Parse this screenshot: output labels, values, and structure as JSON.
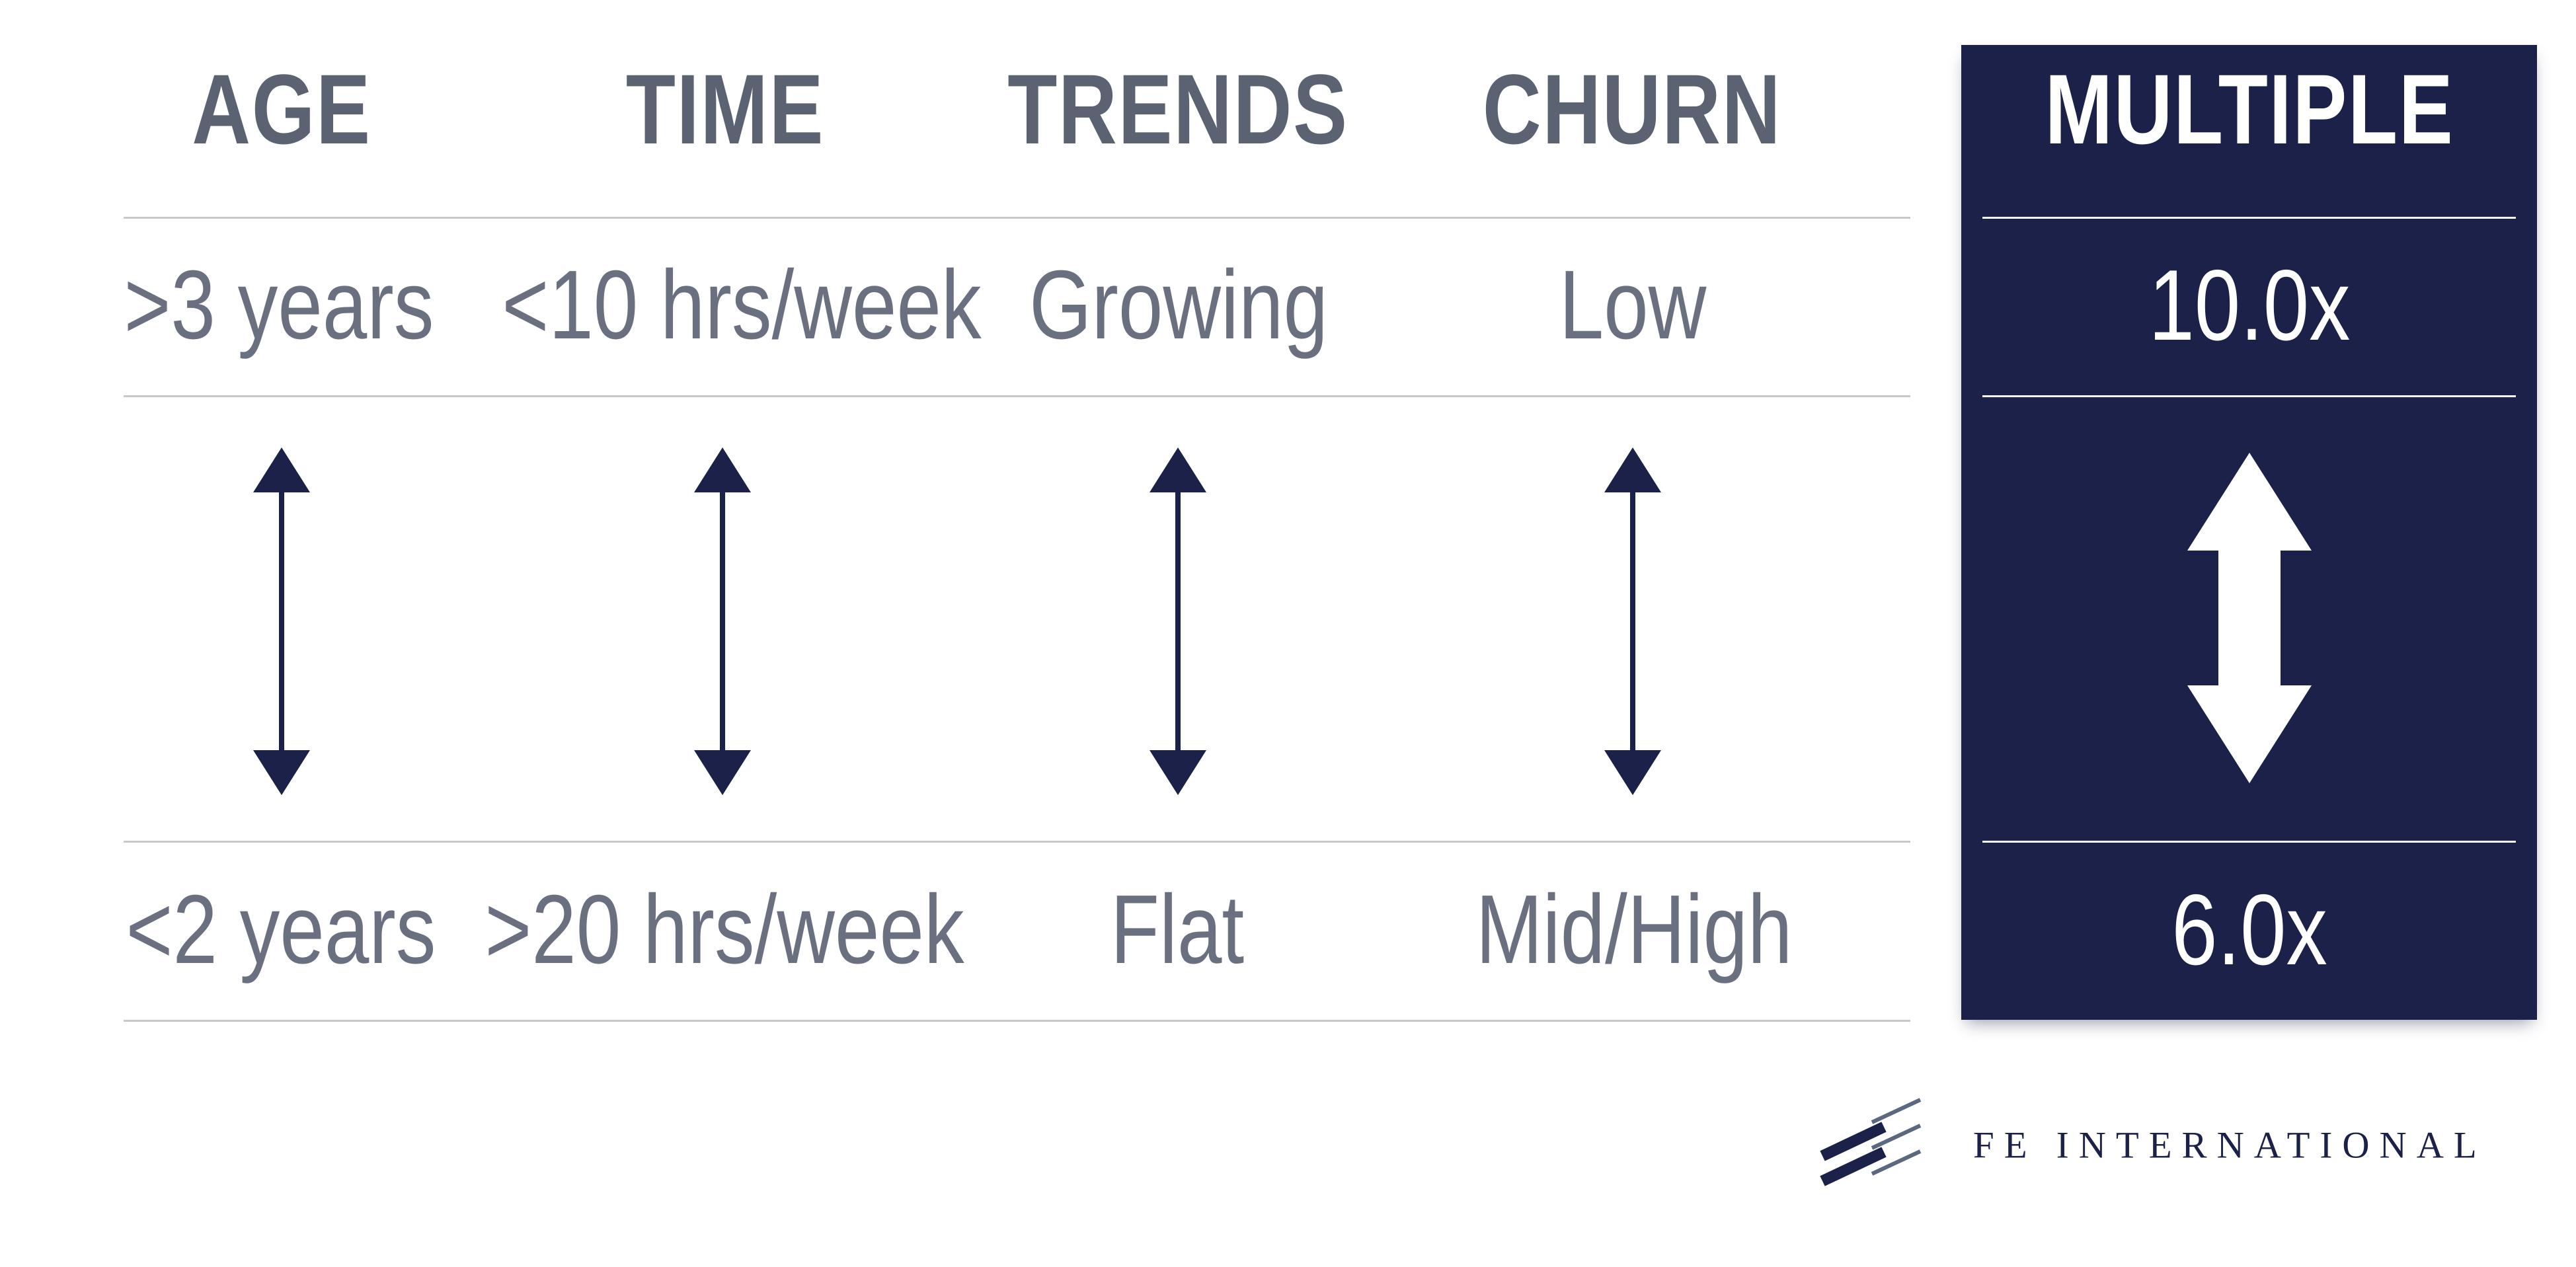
{
  "table": {
    "columns": [
      {
        "header": "AGE",
        "high": ">3 years",
        "low": "<2 years"
      },
      {
        "header": "TIME",
        "high": "<10 hrs/week",
        "low": ">20 hrs/week"
      },
      {
        "header": "TRENDS",
        "high": "Growing",
        "low": "Flat"
      },
      {
        "header": "CHURN",
        "high": "Low",
        "low": "Mid/High"
      }
    ]
  },
  "multiple_panel": {
    "header": "MULTIPLE",
    "high_value": "10.0x",
    "low_value": "6.0x"
  },
  "branding": {
    "wordmark": "FE INTERNATIONAL"
  },
  "icons": {
    "column_range_arrow": "double-headed-vertical-arrow",
    "multiple_range_arrow": "bold-double-headed-vertical-arrow",
    "logo_mark": "fe-international-diagonal-slashes"
  },
  "colors": {
    "navy": "#1b2148",
    "header_text": "#5b6272",
    "value_text": "#6a7080",
    "divider": "#c6c8cc",
    "panel_text": "#ffffff"
  }
}
